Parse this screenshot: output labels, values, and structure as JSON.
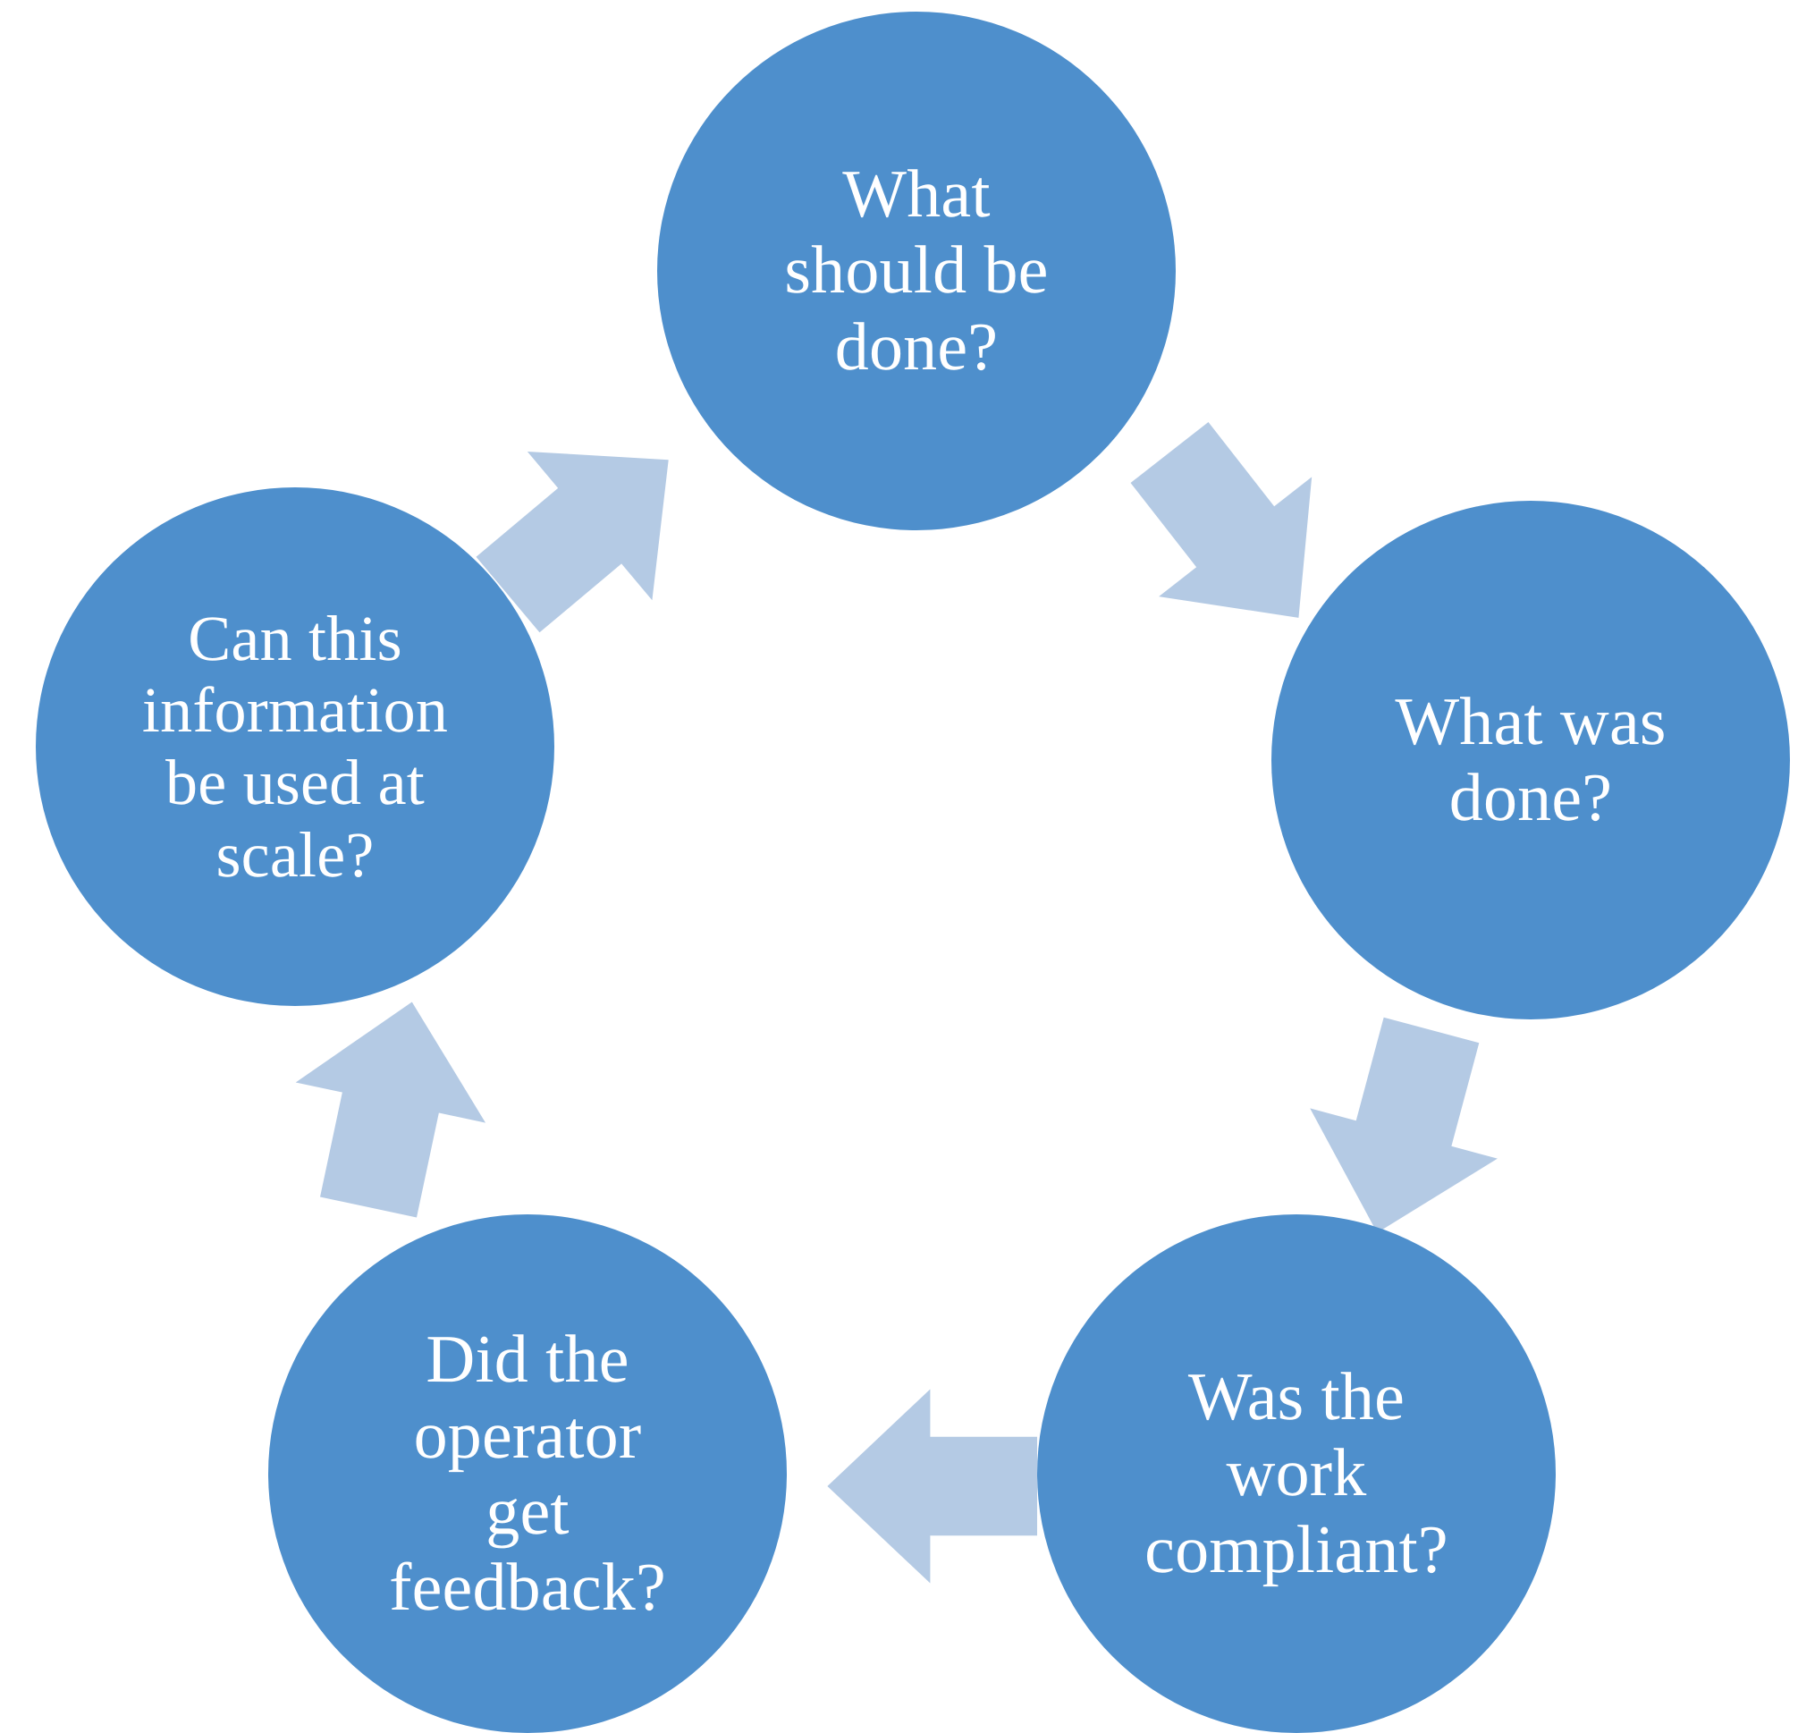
{
  "diagram": {
    "type": "cycle",
    "title": "",
    "colors": {
      "node_fill": "#4E8FCC",
      "node_text": "#FFFFFF",
      "arrow_fill": "#B4CAE4",
      "background": "#FFFFFF"
    },
    "nodes": [
      {
        "id": "what-should-be-done",
        "label": "What\nshould be\ndone?",
        "position": "top"
      },
      {
        "id": "what-was-done",
        "label": "What was\ndone?",
        "position": "right"
      },
      {
        "id": "was-the-work-compliant",
        "label": "Was the\nwork\ncompliant?",
        "position": "bottom-right"
      },
      {
        "id": "did-the-operator-get-feedback",
        "label": "Did the\noperator\nget\nfeedback?",
        "position": "bottom-left"
      },
      {
        "id": "can-this-information-be-used-at-scale",
        "label": "Can this\ninformation\nbe used at\nscale?",
        "position": "left"
      }
    ],
    "arrows": [
      {
        "id": "arrow-top-to-right",
        "from": "what-should-be-done",
        "to": "what-was-done",
        "direction": "down-right"
      },
      {
        "id": "arrow-right-to-bottom-right",
        "from": "what-was-done",
        "to": "was-the-work-compliant",
        "direction": "down"
      },
      {
        "id": "arrow-bottom-right-to-bottom-left",
        "from": "was-the-work-compliant",
        "to": "did-the-operator-get-feedback",
        "direction": "left"
      },
      {
        "id": "arrow-bottom-left-to-left",
        "from": "did-the-operator-get-feedback",
        "to": "can-this-information-be-used-at-scale",
        "direction": "up"
      },
      {
        "id": "arrow-left-to-top",
        "from": "can-this-information-be-used-at-scale",
        "to": "what-should-be-done",
        "direction": "up-right"
      }
    ]
  }
}
